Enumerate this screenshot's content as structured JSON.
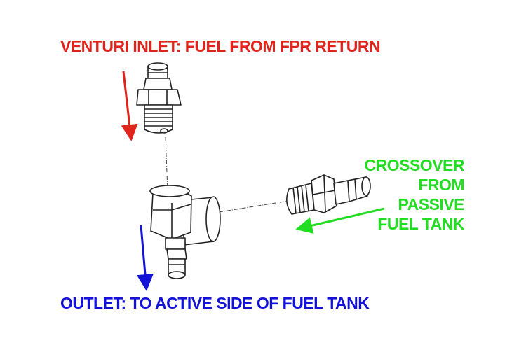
{
  "labels": {
    "inlet": "VENTURI INLET: FUEL FROM FPR RETURN",
    "outlet": "OUTLET: TO ACTIVE SIDE OF FUEL TANK",
    "crossover": [
      "CROSSOVER",
      "FROM",
      "PASSIVE",
      "FUEL TANK"
    ]
  },
  "colors": {
    "inlet": "#e0241b",
    "crossover": "#22dd22",
    "outlet": "#1313d8",
    "line": "#222222"
  },
  "icons": {
    "inlet_arrow": "arrow-down",
    "crossover_arrow": "arrow-left",
    "outlet_arrow": "arrow-down"
  }
}
